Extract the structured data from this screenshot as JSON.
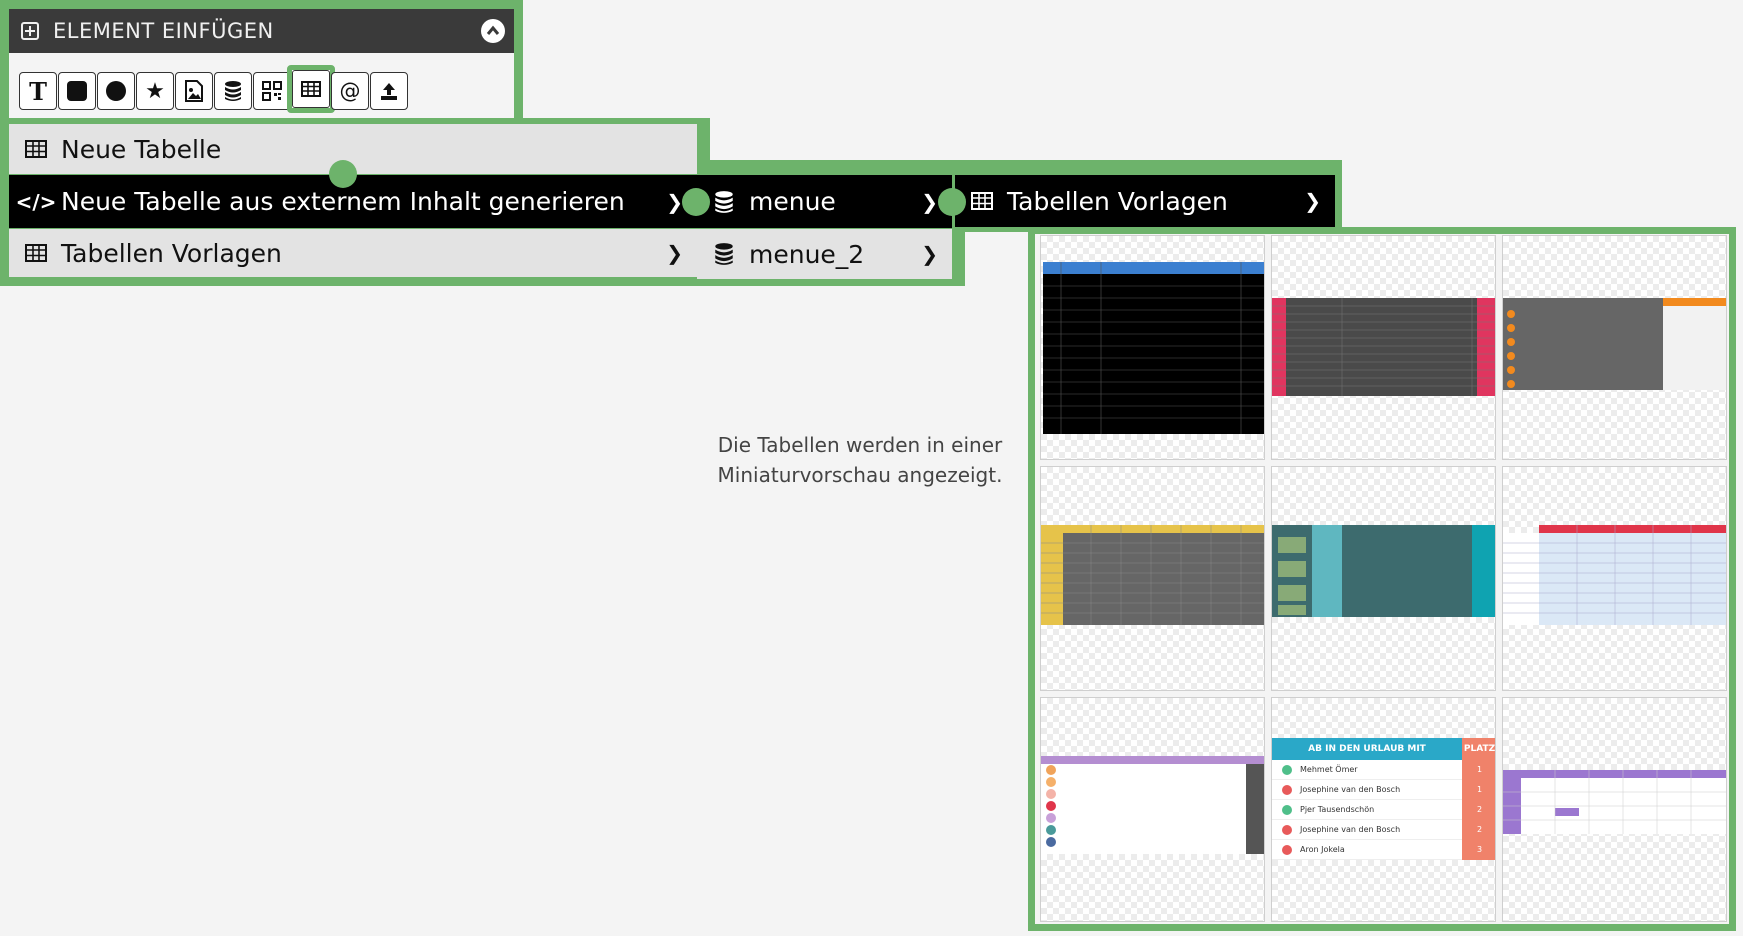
{
  "panel": {
    "title": "ELEMENT EINFÜGEN",
    "tools": [
      "text-tool-icon",
      "rectangle-tool-icon",
      "circle-tool-icon",
      "star-tool-icon",
      "image-tool-icon",
      "database-tool-icon",
      "qr-code-tool-icon",
      "table-tool-icon",
      "at-sign-tool-icon",
      "upload-tool-icon"
    ],
    "text_tool_glyph": "T",
    "at_glyph": "@"
  },
  "menu": {
    "items": [
      {
        "label": "Neue Tabelle"
      },
      {
        "label": "Neue Tabelle aus externem Inhalt generieren"
      },
      {
        "label": "Tabellen Vorlagen"
      }
    ]
  },
  "submenu": {
    "items": [
      {
        "label": "menue"
      },
      {
        "label": "menue_2"
      }
    ]
  },
  "submenu2": {
    "label": "Tabellen Vorlagen"
  },
  "caption": "Die Tabellen werden in einer Miniaturvorschau angezeigt.",
  "templates": {
    "thumb8": {
      "header": "AB IN DEN URLAUB MIT",
      "header_right": "PLATZ",
      "rows": [
        {
          "name": "Mehmet Ömer",
          "place": "1"
        },
        {
          "name": "Josephine van den Bosch",
          "place": "1"
        },
        {
          "name": "Pjer Tausendschön",
          "place": "2"
        },
        {
          "name": "Josephine van den Bosch",
          "place": "2"
        },
        {
          "name": "Aron Jokela",
          "place": "3"
        }
      ]
    }
  },
  "colors": {
    "accent_green": "#6db36b",
    "dark_header": "#3a3a3a",
    "menu_dark": "#000000",
    "menu_light": "#e3e3e3"
  }
}
